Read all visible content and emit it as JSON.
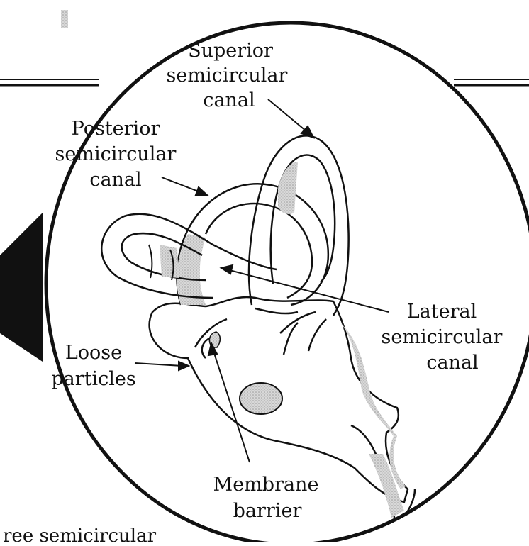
{
  "labels": {
    "superior": [
      "Superior",
      "semicircular",
      "canal"
    ],
    "posterior": [
      "Posterior",
      "semicircular",
      "canal"
    ],
    "lateral": [
      "Lateral",
      "semicircular",
      "canal"
    ],
    "loose": [
      "Loose",
      "particles"
    ],
    "membrane": [
      "Membrane",
      "barrier"
    ]
  },
  "caption_fragment": "ree semicircular",
  "colors": {
    "ink": "#111111",
    "shade": "#bdbdbd",
    "background": "#ffffff"
  }
}
